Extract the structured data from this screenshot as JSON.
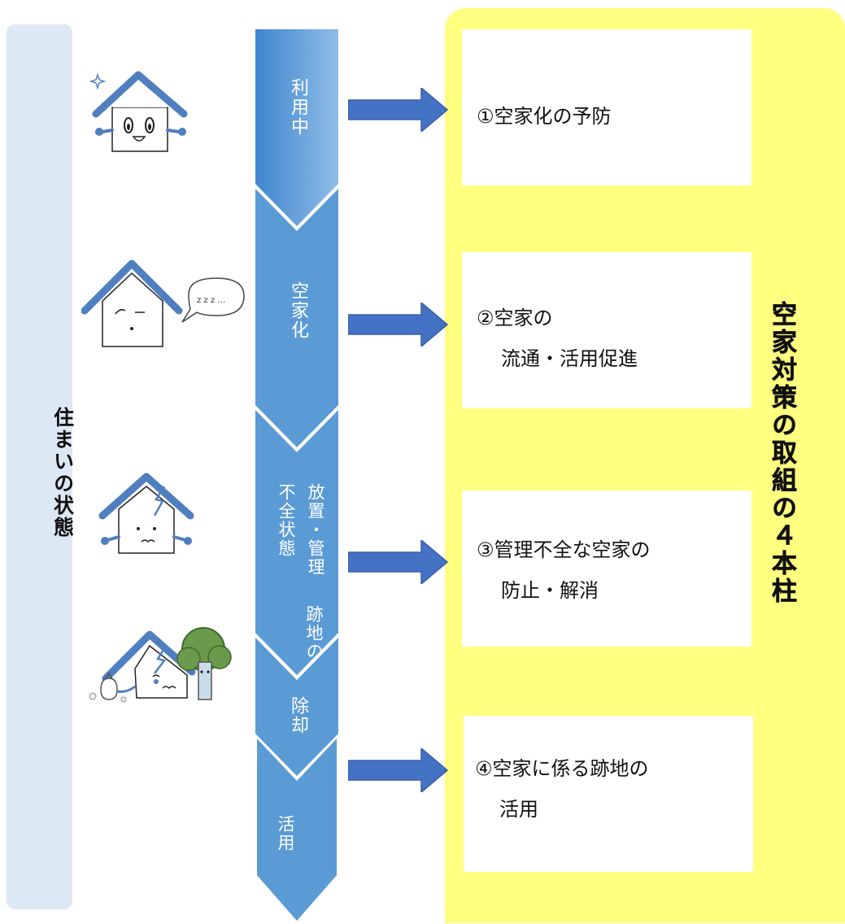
{
  "left_bar": {
    "label": "住まいの状態"
  },
  "stages": [
    {
      "label": "利用中"
    },
    {
      "label": "空家化"
    },
    {
      "label_col1": "放置・管理",
      "label_col2": "不全状態"
    },
    {
      "label": "除却"
    },
    {
      "label_col1": "跡地の",
      "label_col2": "活用"
    }
  ],
  "measures": [
    {
      "line1": "①空家化の予防",
      "line2": ""
    },
    {
      "line1": "②空家の",
      "line2": "流通・活用促進"
    },
    {
      "line1": "③管理不全な空家の",
      "line2": "防止・解消"
    },
    {
      "line1": "④空家に係る跡地の",
      "line2": "活用"
    }
  ],
  "panel_title": "空家対策の取組の４本柱",
  "bubble_text": "z z z …",
  "colors": {
    "stage_blue": "#5b9bd5",
    "stage_light": "#8fbce6",
    "arrow_blue": "#4472c4",
    "panel_yellow": "#ffff80",
    "left_bar": "#dde8f5",
    "house_blue": "#4f7fbf"
  }
}
